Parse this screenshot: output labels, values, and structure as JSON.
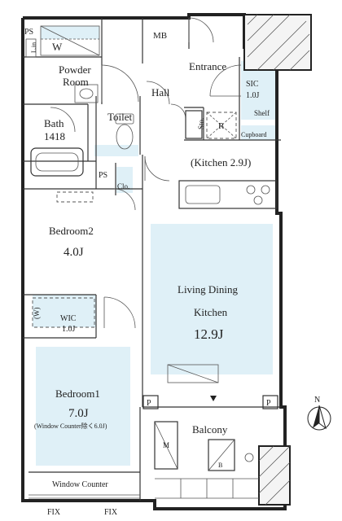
{
  "rooms": {
    "ps_top": "PS",
    "linen": "L.in",
    "washer": "W",
    "mb": "MB",
    "powder_room_line1": "Powder",
    "powder_room_line2": "Room",
    "entrance": "Entrance",
    "hall": "Hall",
    "toilet": "Toilet",
    "bath": "Bath",
    "bath_size": "1418",
    "sic": "SIC",
    "sic_size": "1.0J",
    "shelf": "Shelf",
    "cupboard": "Cupboard",
    "storage": "Sto.",
    "refrigerator": "R",
    "kitchen": "(Kitchen 2.9J)",
    "ps_mid": "PS",
    "closet": "Clo.",
    "bedroom2": "Bedroom2",
    "bedroom2_size": "4.0J",
    "ldk_line1": "Living Dining",
    "ldk_line2": "Kitchen",
    "ldk_size": "12.9J",
    "wic": "WIC",
    "wic_size": "1.0J",
    "wic_w": "(W)",
    "bedroom1": "Bedroom1",
    "bedroom1_size": "7.0J",
    "bedroom1_note": "(Window Counter除く6.0J)",
    "balcony": "Balcony",
    "pipe_left": "P",
    "pipe_right": "P",
    "m_unit": "M",
    "b_unit": "B",
    "window_counter": "Window Counter",
    "fix_left": "FIX",
    "fix_right": "FIX",
    "north": "N"
  },
  "colors": {
    "wall": "#222222",
    "room_fill": "#dff0f7",
    "background": "#ffffff"
  }
}
